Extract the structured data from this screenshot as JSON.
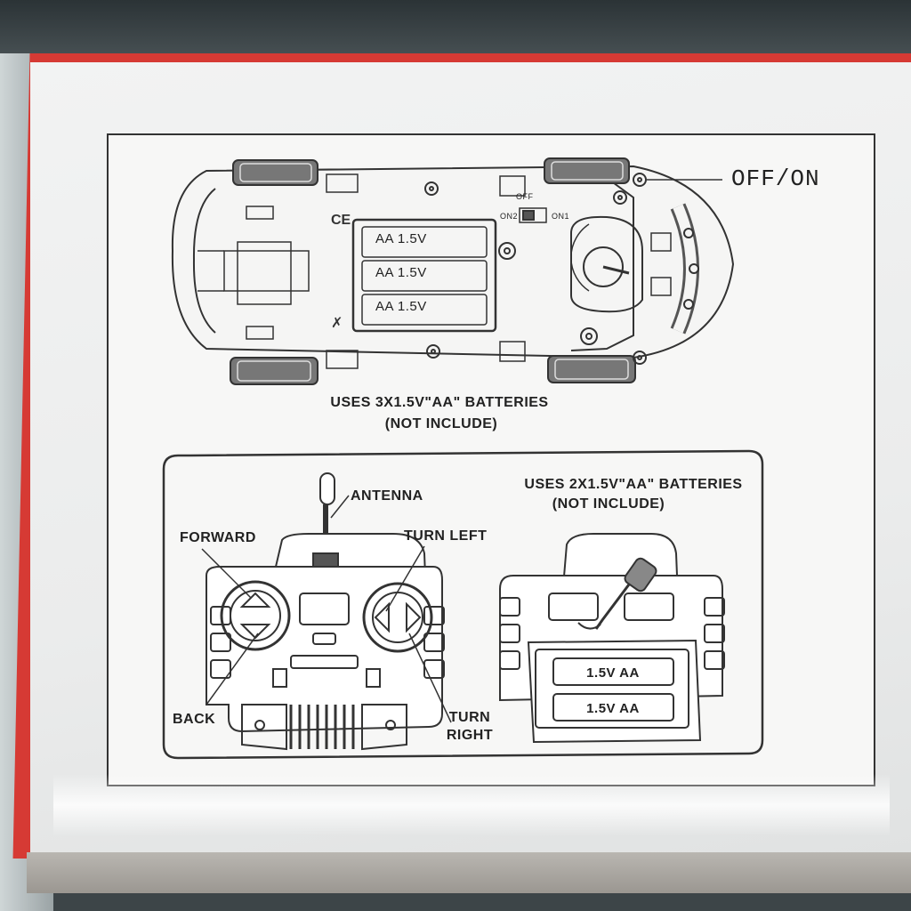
{
  "car_diagram": {
    "switch_label": "OFF/ON",
    "battery_note_line1": "USES 3X1.5V\"AA\" BATTERIES",
    "battery_note_line2": "(NOT INCLUDE)",
    "batteries": [
      "AA 1.5V",
      "AA 1.5V",
      "AA 1.5V"
    ],
    "switch_off": "OFF",
    "switch_on1": "ON1",
    "switch_on2": "ON2"
  },
  "remote_diagram": {
    "antenna": "ANTENNA",
    "forward": "FORWARD",
    "turn_left": "TURN LEFT",
    "back": "BACK",
    "turn_right_line1": "TURN",
    "turn_right_line2": "RIGHT",
    "battery_note_line1": "USES 2X1.5V\"AA\" BATTERIES",
    "battery_note_line2": "(NOT INCLUDE)",
    "batteries": [
      "1.5V AA",
      "1.5V AA"
    ]
  }
}
